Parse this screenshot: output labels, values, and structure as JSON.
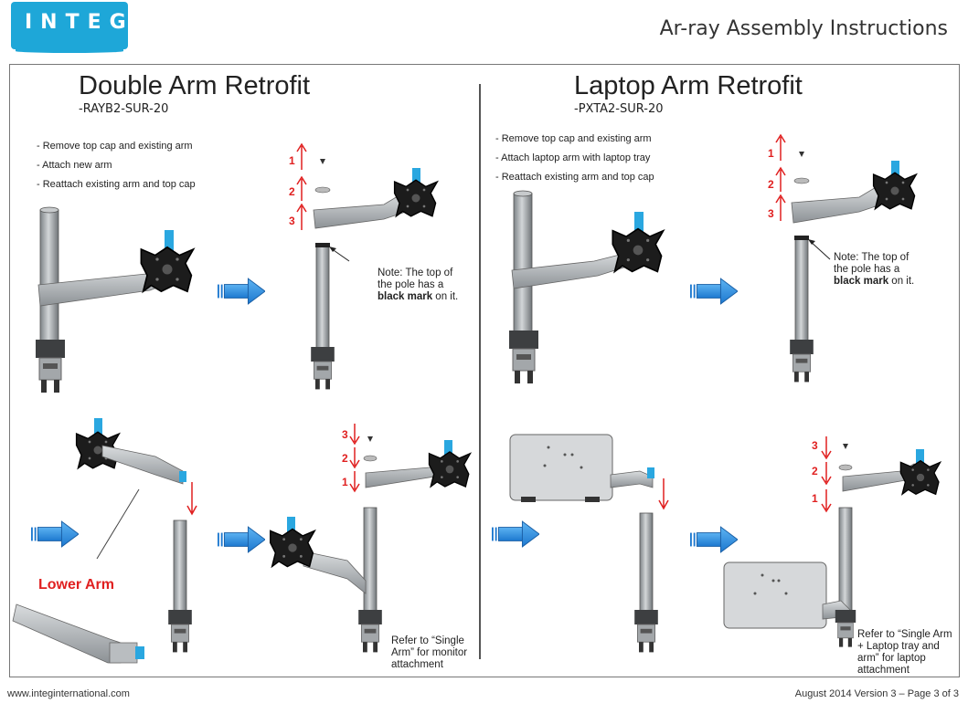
{
  "header": {
    "logo": "INTEG",
    "title": "Ar-ray Assembly Instructions"
  },
  "double": {
    "title": "Double Arm Retrofit",
    "code": "-RAYB2-SUR-20",
    "steps": [
      "- Remove top cap and existing arm",
      "- Attach new arm",
      "- Reattach existing arm and top cap"
    ],
    "note": {
      "line1": "Note: The top of",
      "line2": "the pole has a",
      "bold": "black mark",
      "tail": " on it."
    },
    "lower_arm": "Lower Arm",
    "ref": [
      "Refer to “Single",
      "Arm” for monitor",
      "attachment"
    ]
  },
  "laptop": {
    "title": "Laptop Arm Retrofit",
    "code": "-PXTA2-SUR-20",
    "steps": [
      "- Remove top cap and existing arm",
      "- Attach laptop arm with laptop tray",
      "- Reattach existing arm and top cap"
    ],
    "note": {
      "line1": "Note: The top of",
      "line2": "the pole has a",
      "bold": "black mark",
      "tail": " on it."
    },
    "ref": [
      "Refer to “Single Arm",
      "+ Laptop tray and",
      "arm” for laptop",
      "attachment"
    ]
  },
  "step_numbers": {
    "one": "1",
    "two": "2",
    "three": "3"
  },
  "footer": {
    "website": "www.integinternational.com",
    "version": "August 2014 Version 3 – Page 3 of 3"
  },
  "colors": {
    "accent": "#1ea7d8",
    "arrow": "#e02020",
    "flow_arrow": "#2a8ce0",
    "metal": "#a9aeb2"
  }
}
